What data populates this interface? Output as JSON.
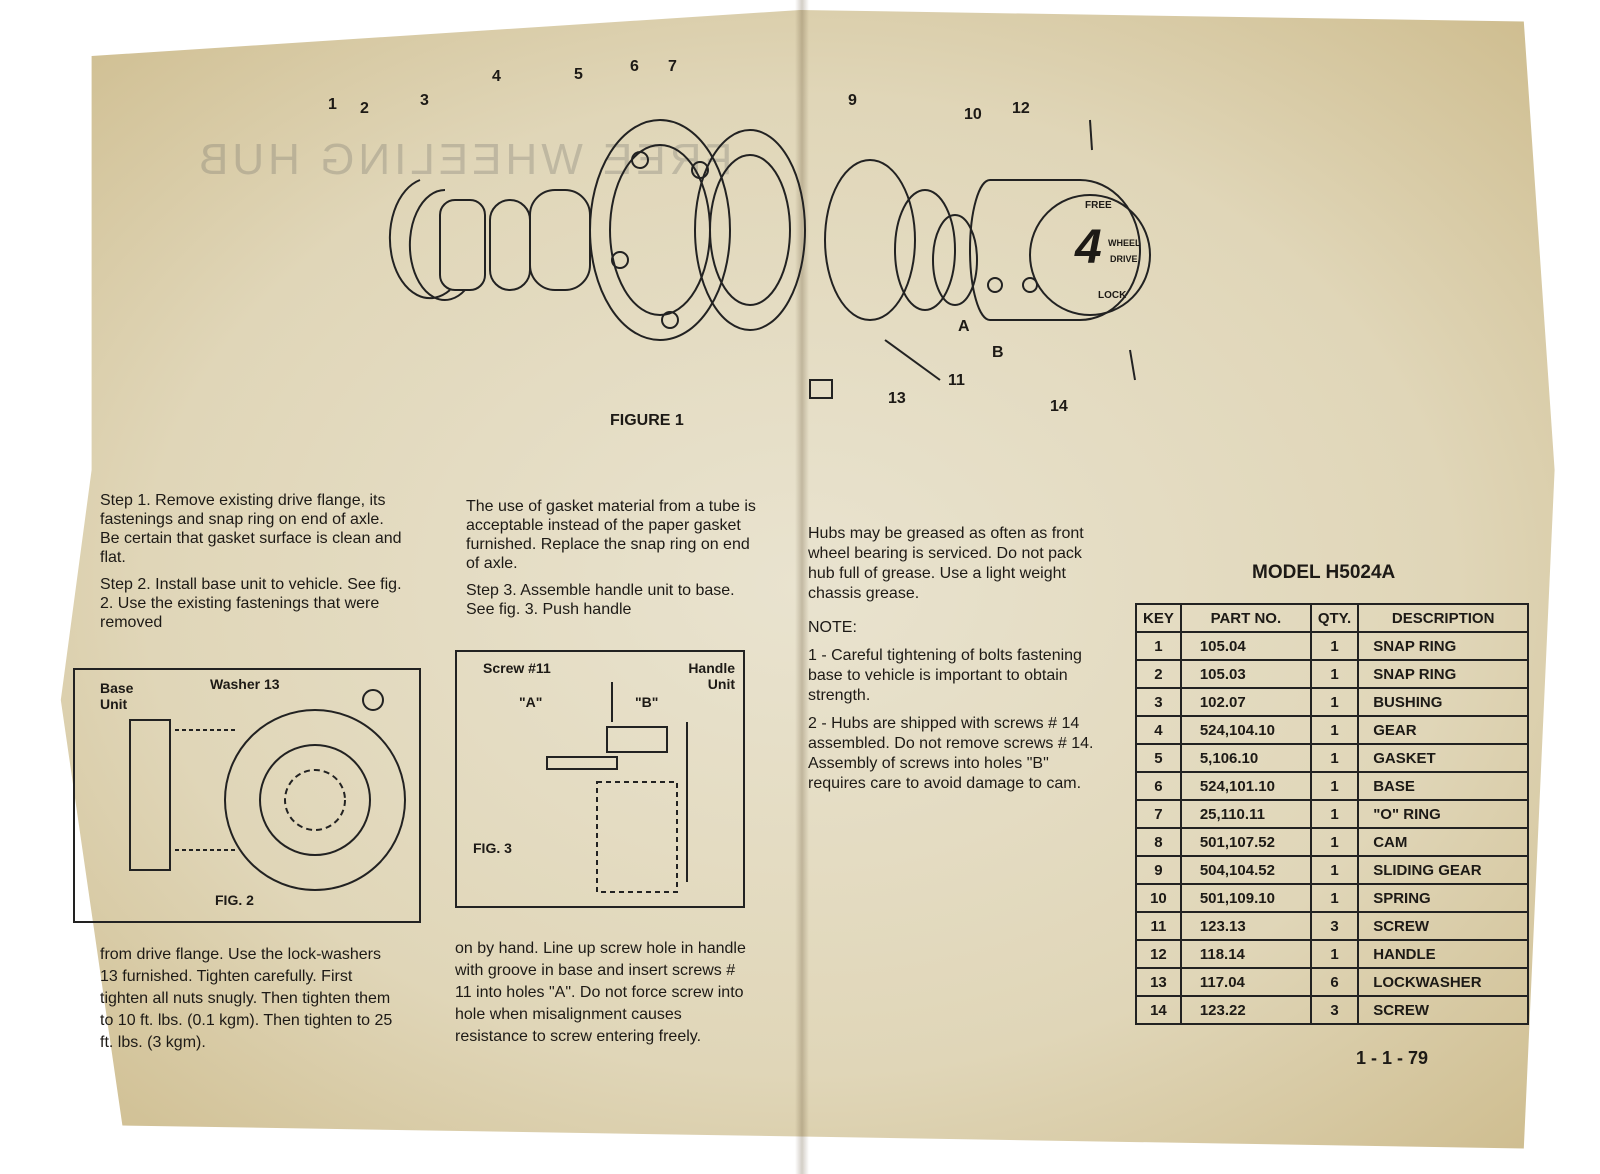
{
  "ghost_title": "FREE WHEELING HUB",
  "figure1": {
    "caption": "FIGURE 1",
    "callouts": [
      "1",
      "2",
      "3",
      "4",
      "5",
      "6",
      "7",
      "9",
      "10",
      "12",
      "11",
      "13",
      "14",
      "A",
      "B"
    ],
    "hub_cap": {
      "top": "FREE",
      "big": "4",
      "wheel": "WHEEL",
      "drive": "DRIVE",
      "bottom": "LOCK"
    }
  },
  "left_col": {
    "step1": "Step 1.  Remove existing drive flange, its fastenings and snap ring on end of axle. Be certain that gasket surface is clean and flat.",
    "step2": "Step 2.  Install base unit to vehicle. See fig. 2. Use the existing fastenings that were removed",
    "step2_cont": "from drive flange. Use the lock-washers 13 furnished. Tighten carefully. First tighten all nuts snugly. Then tighten them to 10 ft. lbs. (0.1 kgm). Then tighten to 25 ft. lbs. (3 kgm)."
  },
  "fig2": {
    "caption": "FIG. 2",
    "base_unit": "Base Unit",
    "washer": "Washer 13"
  },
  "mid_col": {
    "gasket": "The use of gasket material from a tube is acceptable instead of the paper gasket furnished. Replace the snap ring on end of axle.",
    "step3": "Step 3.  Assemble handle unit to base. See fig. 3. Push handle",
    "step3_cont": "on by hand. Line up screw hole in handle with groove in base and insert screws # 11 into holes \"A\". Do not force screw into hole when misalignment causes resistance to screw entering freely."
  },
  "fig3": {
    "caption": "FIG. 3",
    "screw": "Screw #11",
    "handle_unit": "Handle Unit",
    "a": "\"A\"",
    "b": "\"B\""
  },
  "right_col": {
    "grease": "Hubs may be greased as often as front wheel bearing is serviced. Do not pack hub full of grease. Use a light weight chassis grease.",
    "note_title": "NOTE:",
    "note1": "1 - Careful tightening of bolts fastening base to vehicle is important to obtain strength.",
    "note2": "2 - Hubs are shipped with screws # 14 assembled. Do not remove screws # 14. Assembly of screws into holes \"B\" requires care to avoid damage to cam."
  },
  "model": "MODEL  H5024A",
  "parts_table": {
    "headers": [
      "KEY",
      "PART NO.",
      "QTY.",
      "DESCRIPTION"
    ],
    "rows": [
      [
        "1",
        "105.04",
        "1",
        "SNAP RING"
      ],
      [
        "2",
        "105.03",
        "1",
        "SNAP RING"
      ],
      [
        "3",
        "102.07",
        "1",
        "BUSHING"
      ],
      [
        "4",
        "524,104.10",
        "1",
        "GEAR"
      ],
      [
        "5",
        "5,106.10",
        "1",
        "GASKET"
      ],
      [
        "6",
        "524,101.10",
        "1",
        "BASE"
      ],
      [
        "7",
        "25,110.11",
        "1",
        "\"O\" RING"
      ],
      [
        "8",
        "501,107.52",
        "1",
        "CAM"
      ],
      [
        "9",
        "504,104.52",
        "1",
        "SLIDING GEAR"
      ],
      [
        "10",
        "501,109.10",
        "1",
        "SPRING"
      ],
      [
        "11",
        "123.13",
        "3",
        "SCREW"
      ],
      [
        "12",
        "118.14",
        "1",
        "HANDLE"
      ],
      [
        "13",
        "117.04",
        "6",
        "LOCKWASHER"
      ],
      [
        "14",
        "123.22",
        "3",
        "SCREW"
      ]
    ]
  },
  "date": "1 - 1 - 79"
}
